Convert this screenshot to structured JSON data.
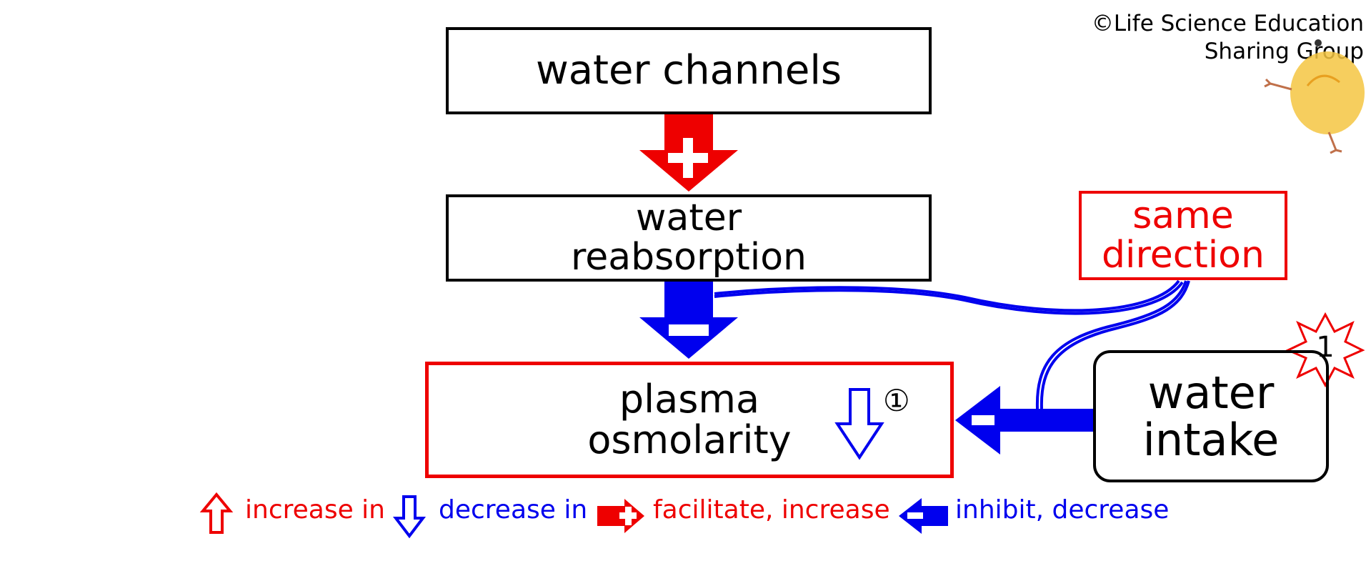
{
  "colors": {
    "red": "#ee0000",
    "blue": "#0000ee",
    "black": "#000000",
    "chick": "#f5c542"
  },
  "copyright": {
    "line1": "©Life Science Education",
    "line2": "Sharing Group"
  },
  "nodes": {
    "water_channels": {
      "line1": "water channels"
    },
    "water_reabsorption": {
      "line1": "water",
      "line2": "reabsorption"
    },
    "plasma_osmolarity": {
      "line1": "plasma",
      "line2": "osmolarity",
      "marker": "①"
    },
    "water_intake": {
      "line1": "water",
      "line2": "intake",
      "badge": "1"
    },
    "same_direction": {
      "line1": "same",
      "line2": "direction"
    }
  },
  "arrows": {
    "channels_to_reabsorption": {
      "type": "facilitate",
      "sign": "+"
    },
    "reabsorption_to_osmolarity": {
      "type": "inhibit",
      "sign": "−"
    },
    "intake_to_osmolarity": {
      "type": "inhibit",
      "sign": "−"
    }
  },
  "plasma_osmolarity_change": "decrease",
  "legend": {
    "increase": "increase in",
    "decrease": "decrease in",
    "facilitate": "facilitate, increase",
    "inhibit": "inhibit, decrease"
  }
}
